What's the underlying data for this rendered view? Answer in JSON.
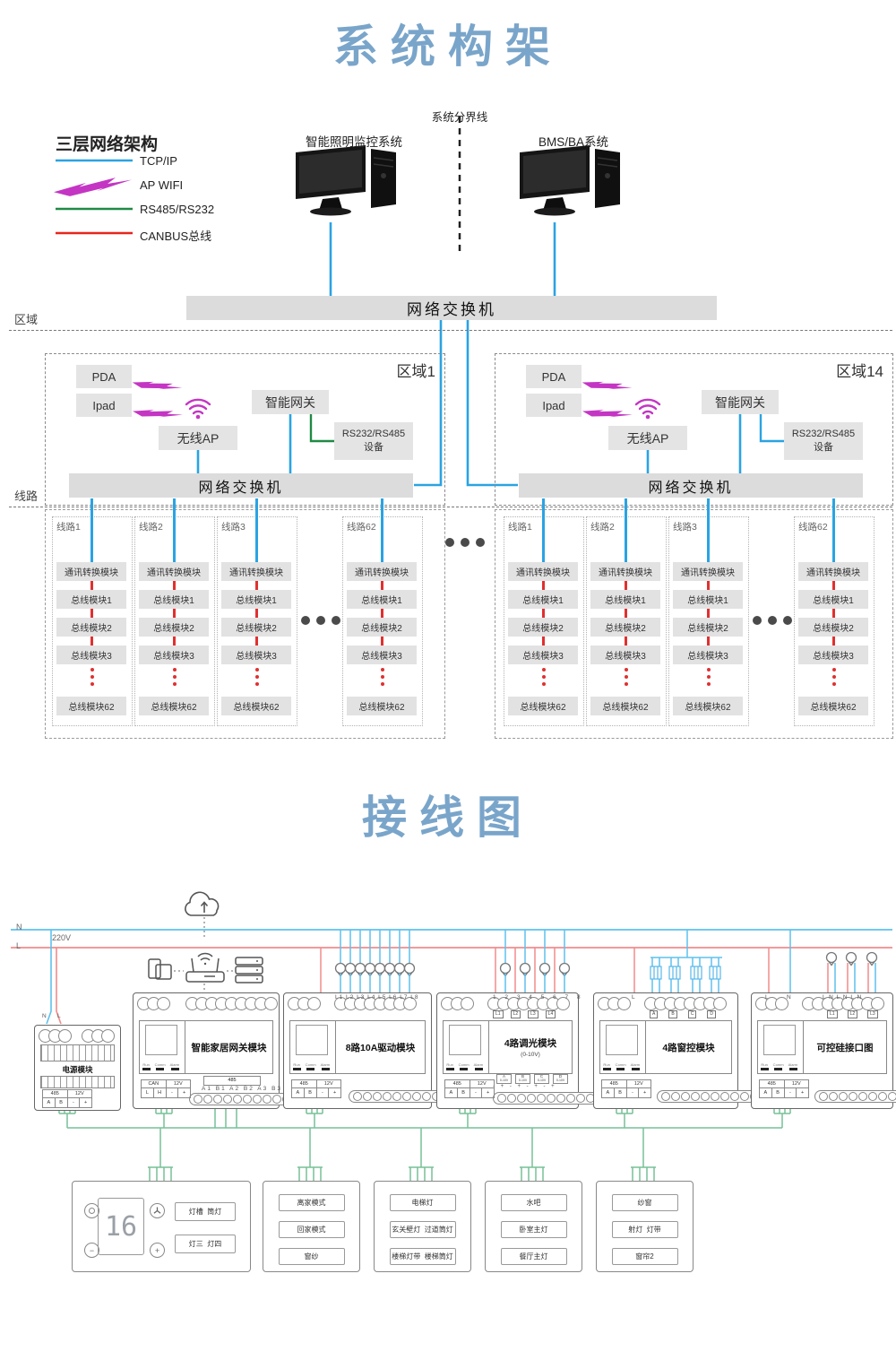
{
  "titles": {
    "architecture": "系统构架",
    "wiring": "接线图"
  },
  "colors": {
    "title": "#7aa5ca",
    "tcpip": "#2aa3e2",
    "wifi": "#c435c4",
    "rs485": "#1f8a44",
    "canbus": "#e8251c",
    "green_wire": "#77c197"
  },
  "legend": {
    "title": "三层网络架构",
    "items": [
      {
        "label": "TCP/IP",
        "style": "line-blue"
      },
      {
        "label": "AP WIFI",
        "style": "lightning-magenta"
      },
      {
        "label": "RS485/RS232",
        "style": "line-green"
      },
      {
        "label": "CANBUS总线",
        "style": "line-red"
      }
    ]
  },
  "arch": {
    "boundary": "系统分界线",
    "left_system": "智能照明监控系统",
    "right_system": "BMS/BA系统",
    "main_switch": "网络交换机",
    "area_label": "区域",
    "line_label": "线路",
    "regions": [
      {
        "name": "区域1",
        "pda": "PDA",
        "ipad": "Ipad",
        "wifi_ap": "无线AP",
        "gateway": "智能网关",
        "rs_line1": "RS232/RS485",
        "rs_line2": "设备",
        "switch": "网络交换机"
      },
      {
        "name": "区域14",
        "pda": "PDA",
        "ipad": "Ipad",
        "wifi_ap": "无线AP",
        "gateway": "智能网关",
        "rs_line1": "RS232/RS485",
        "rs_line2": "设备",
        "switch": "网络交换机"
      }
    ],
    "line_columns": {
      "labels": [
        "线路1",
        "线路2",
        "线路3",
        "线路62"
      ],
      "converter": "通讯转换模块",
      "buses": [
        "总线模块1",
        "总线模块2",
        "总线模块3"
      ],
      "last_bus": "总线模块62"
    }
  },
  "wiring": {
    "n": "N",
    "l": "L",
    "voltage": "220V",
    "modules": [
      {
        "name": "电源模块",
        "top_n": "N",
        "top_l": "L",
        "tl": "485",
        "tr": "12V",
        "terms": [
          "A",
          "B",
          "-",
          "+"
        ]
      },
      {
        "name": "智能家居网关模块",
        "leds": [
          "Run",
          "Comm",
          "Alarm"
        ],
        "bus": "485",
        "bus_terms": "A1 B1 A2 B2 A3 B3",
        "tl": "CAN",
        "tr": "12V",
        "terms": [
          "L",
          "H",
          "-",
          "+"
        ]
      },
      {
        "name": "8路10A驱动模块",
        "leds": [
          "Run",
          "Comm",
          "Alarm"
        ],
        "top_terms": "L1 L2 L3 L4 L5 L6 L7 L8",
        "tl": "485",
        "tr": "12V",
        "terms": [
          "A",
          "B",
          "-",
          "+"
        ]
      },
      {
        "name": "4路调光模块",
        "sub": "(0-10V)",
        "leds": [
          "Run",
          "Comm",
          "Alarm"
        ],
        "top_terms": "1 2 3 4 5 6 7 8",
        "channels": [
          "L1",
          "L2",
          "L3",
          "L4"
        ],
        "dim_channels": [
          "A",
          "B",
          "C",
          "D"
        ],
        "dim_sub": "0-10V",
        "polarity": "- + - + - + - +",
        "tl": "485",
        "tr": "12V",
        "terms": [
          "A",
          "B",
          "-",
          "+"
        ]
      },
      {
        "name": "4路窗控模块",
        "leds": [
          "Run",
          "Comm",
          "Alarm"
        ],
        "top_l": "L",
        "channels": [
          "A",
          "B",
          "C",
          "D"
        ],
        "tl": "485",
        "tr": "12V",
        "terms": [
          "A",
          "B",
          "-",
          "+"
        ]
      },
      {
        "name": "可控硅接口图",
        "leds": [
          "Run",
          "Comm",
          "Alarm"
        ],
        "top_l": "L",
        "top_n": "N",
        "ln_terms": "L N L N L N",
        "channels": [
          "L1",
          "L2",
          "L3"
        ],
        "tl": "485",
        "tr": "12V",
        "terms": [
          "A",
          "B",
          "-",
          "+"
        ]
      }
    ],
    "panels": [
      {
        "display": "16",
        "buttons": [
          "灯槽  筒灯",
          "灯三  灯四"
        ]
      },
      {
        "buttons": [
          "离家模式",
          "回家模式",
          "窗纱"
        ]
      },
      {
        "buttons": [
          "电梯灯",
          "玄关壁灯  过道筒灯",
          "楼梯灯带  楼梯筒灯"
        ]
      },
      {
        "buttons": [
          "水吧",
          "卧室主灯",
          "餐厅主灯"
        ]
      },
      {
        "buttons": [
          "纱窗",
          "射灯  灯带",
          "窗帘2"
        ]
      }
    ]
  }
}
